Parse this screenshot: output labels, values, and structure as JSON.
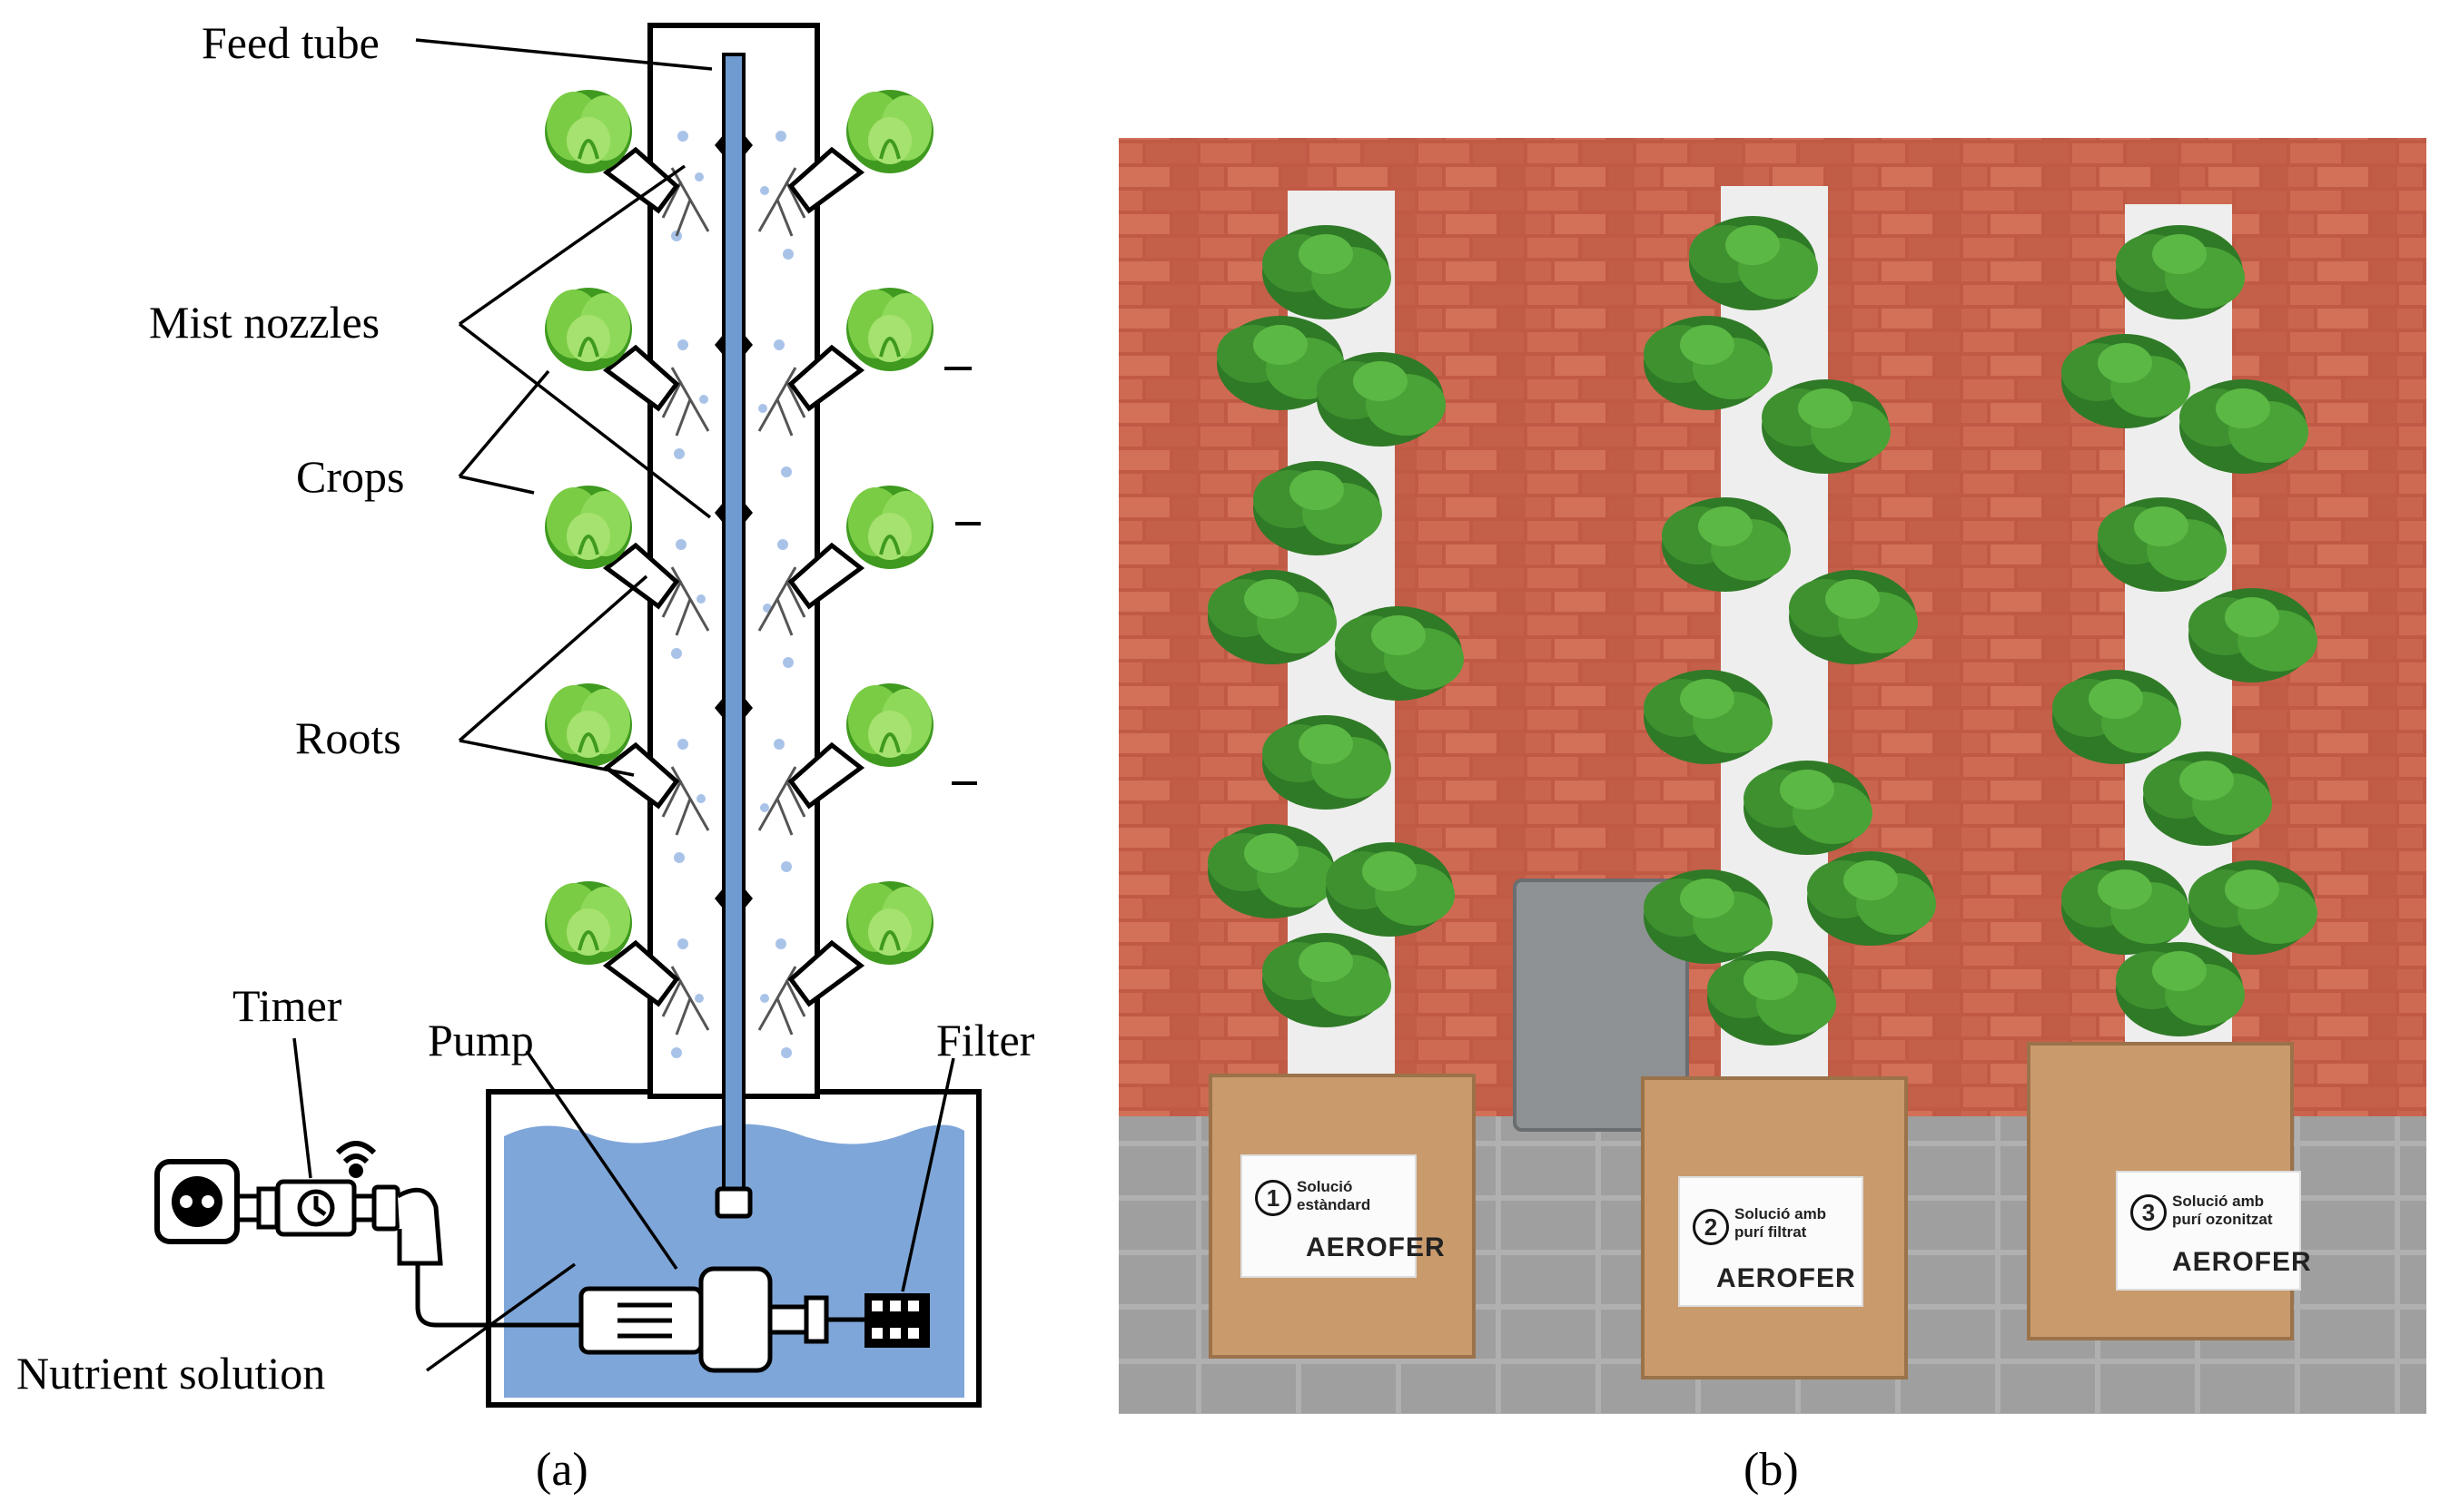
{
  "labels": {
    "feed_tube": "Feed tube",
    "mist_nozzles": "Mist nozzles",
    "crops": "Crops",
    "roots": "Roots",
    "timer": "Timer",
    "pump": "Pump",
    "filter": "Filter",
    "nutrient_solution": "Nutrient solution"
  },
  "captions": {
    "a": "(a)",
    "b": "(b)"
  },
  "signs": [
    {
      "number": "1",
      "text": "Solució estàndard",
      "brand": "AEROFER"
    },
    {
      "number": "2",
      "text": "Solució amb purí filtrat",
      "brand": "AEROFER"
    },
    {
      "number": "3",
      "text": "Solució amb purí ozonitzat",
      "brand": "AEROFER"
    }
  ],
  "colors": {
    "water": "#7fa6d9",
    "tube_blue": "#6f9bd0",
    "leaf": "#7bcc45",
    "leaf_dark": "#3f9a1f",
    "brick": "#c8604a",
    "paving": "#a9a9a9",
    "box_wood": "#c99a6c",
    "foliage": "#2f7a26"
  },
  "icons": [
    "wall-socket-icon",
    "timer-clock-icon",
    "wifi-icon",
    "plug-icon",
    "filter-icon",
    "pump-icon"
  ]
}
